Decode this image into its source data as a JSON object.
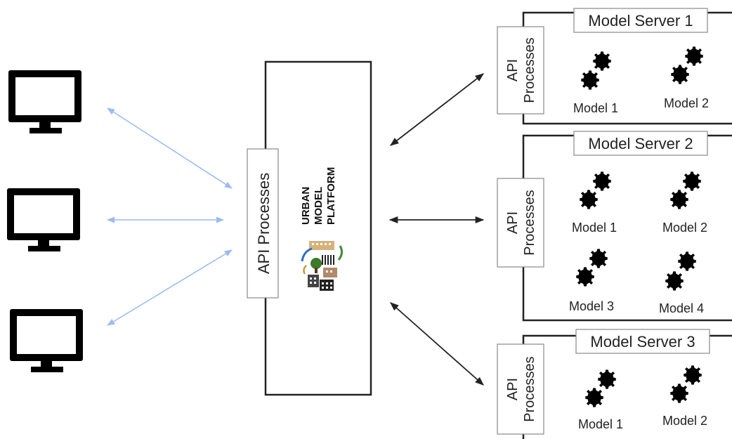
{
  "platform": {
    "api_label": "API Processes",
    "logo_lines": [
      "URBAN",
      "MODEL",
      "PLATFORM"
    ]
  },
  "clients": [
    {
      "icon": "monitor-icon"
    },
    {
      "icon": "monitor-icon"
    },
    {
      "icon": "monitor-icon"
    }
  ],
  "servers": [
    {
      "title": "Model Server 1",
      "api_lines": [
        "API",
        "Processes"
      ],
      "models": [
        "Model 1",
        "Model 2"
      ]
    },
    {
      "title": "Model Server 2",
      "api_lines": [
        "API",
        "Processes"
      ],
      "models": [
        "Model 1",
        "Model 2",
        "Model 3",
        "Model 4"
      ]
    },
    {
      "title": "Model Server 3",
      "api_lines": [
        "API",
        "Processes"
      ],
      "models": [
        "Model 1",
        "Model 2"
      ]
    }
  ],
  "colors": {
    "client_arrow": "#9bbcf0",
    "server_arrow": "#222222",
    "box_border": "#222222",
    "label_border": "#888888",
    "gear": "#000000"
  }
}
